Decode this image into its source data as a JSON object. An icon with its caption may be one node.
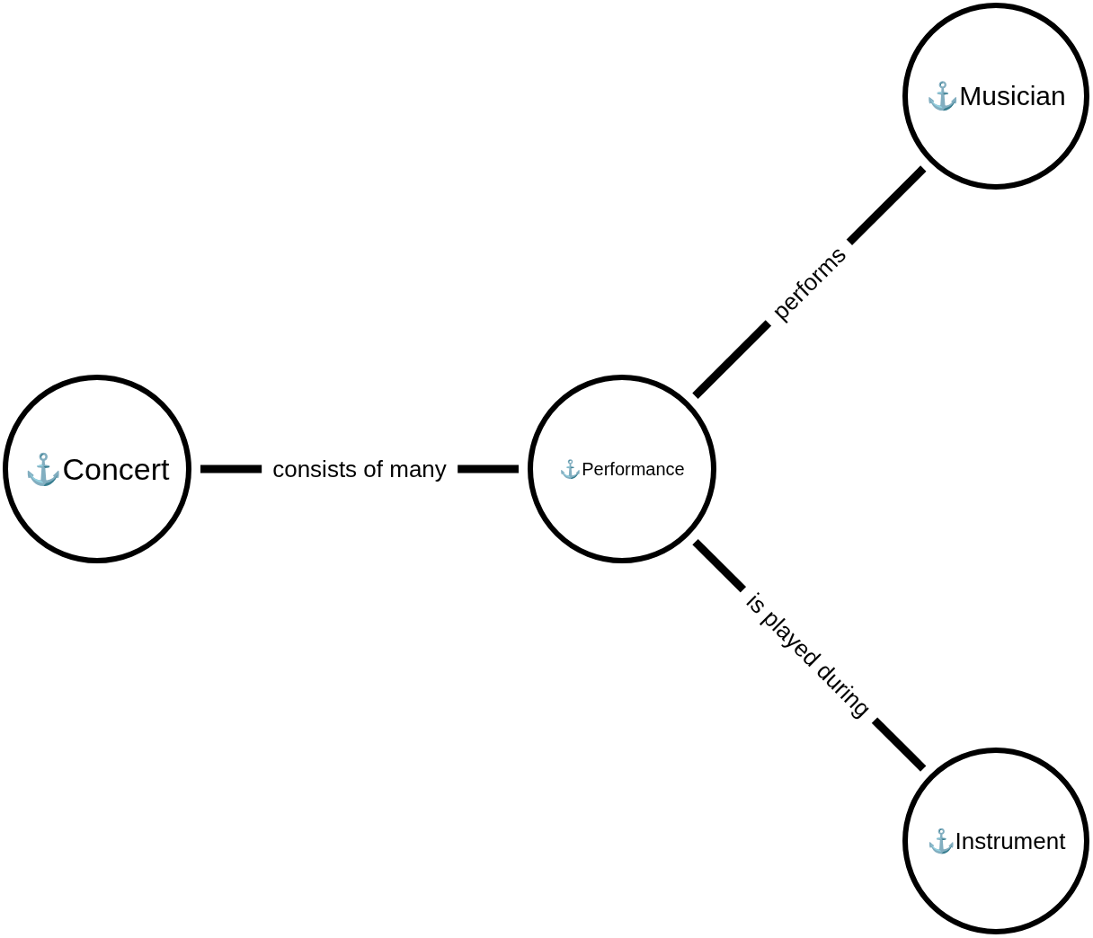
{
  "diagram": {
    "nodes": [
      {
        "text": [
          "⚓Concert"
        ]
      },
      {
        "text": [
          "⚓Performance"
        ]
      },
      {
        "text": [
          "⚓Musician"
        ]
      },
      {
        "text": [
          "⚓Instrument"
        ]
      }
    ],
    "edges": [
      {
        "from": 0,
        "to": 1,
        "arrow": "none",
        "label": "consists of many"
      },
      {
        "from": 1,
        "to": 2,
        "arrow": "none",
        "label": "performs"
      },
      {
        "from": 1,
        "to": 3,
        "arrow": "none",
        "label": "is played during"
      }
    ]
  }
}
